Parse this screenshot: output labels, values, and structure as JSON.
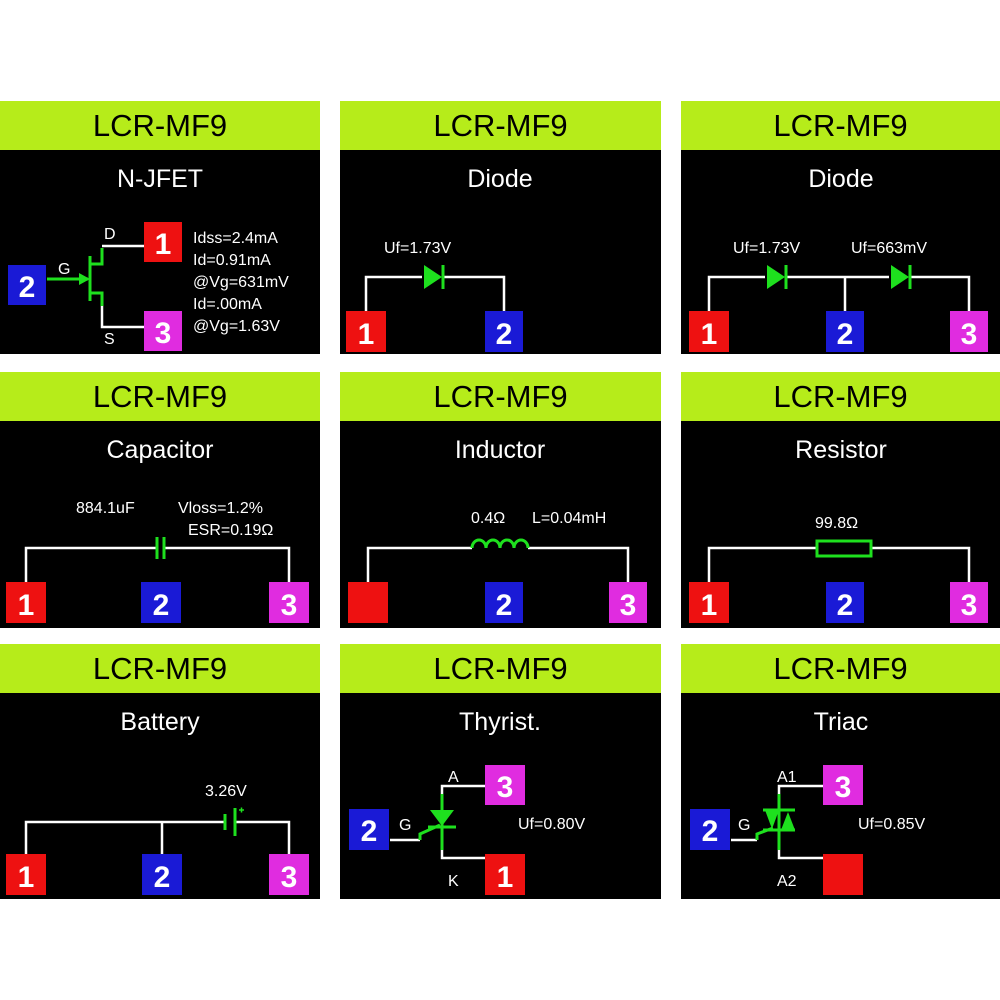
{
  "colors": {
    "header": "#b6ec1a",
    "pin1": "#ee1111",
    "pin2": "#1a1ad6",
    "pin3": "#e02ce0",
    "component": "#1ee01e",
    "wire": "#ffffff"
  },
  "panels": [
    {
      "header": "LCR-MF9",
      "title": "N-JFET",
      "pins": {
        "d": "1",
        "g": "2",
        "s": "3"
      },
      "labels": {
        "d": "D",
        "g": "G",
        "s": "S"
      },
      "values": [
        "Idss=2.4mA",
        "Id=0.91mA",
        "@Vg=631mV",
        "Id=.00mA",
        "@Vg=1.63V"
      ]
    },
    {
      "header": "LCR-MF9",
      "title": "Diode",
      "pins": [
        "1",
        "2"
      ],
      "values": [
        "Uf=1.73V"
      ]
    },
    {
      "header": "LCR-MF9",
      "title": "Diode",
      "pins": [
        "1",
        "2",
        "3"
      ],
      "values": [
        "Uf=1.73V",
        "Uf=663mV"
      ]
    },
    {
      "header": "LCR-MF9",
      "title": "Capacitor",
      "pins": [
        "1",
        "2",
        "3"
      ],
      "values": [
        "884.1uF",
        "Vloss=1.2%",
        "ESR=0.19Ω"
      ]
    },
    {
      "header": "LCR-MF9",
      "title": "Inductor",
      "pins": [
        "",
        "2",
        "3"
      ],
      "values": [
        "0.4Ω",
        "L=0.04mH"
      ]
    },
    {
      "header": "LCR-MF9",
      "title": "Resistor",
      "pins": [
        "1",
        "2",
        "3"
      ],
      "values": [
        "99.8Ω"
      ]
    },
    {
      "header": "LCR-MF9",
      "title": "Battery",
      "pins": [
        "1",
        "2",
        "3"
      ],
      "values": [
        "3.26V"
      ]
    },
    {
      "header": "LCR-MF9",
      "title": "Thyrist.",
      "pins": {
        "a": "3",
        "g": "2",
        "k": "1"
      },
      "labels": {
        "a": "A",
        "g": "G",
        "k": "K"
      },
      "values": [
        "Uf=0.80V"
      ]
    },
    {
      "header": "LCR-MF9",
      "title": "Triac",
      "pins": {
        "a1": "3",
        "g": "2",
        "a2": ""
      },
      "labels": {
        "a1": "A1",
        "g": "G",
        "a2": "A2"
      },
      "values": [
        "Uf=0.85V"
      ]
    }
  ]
}
